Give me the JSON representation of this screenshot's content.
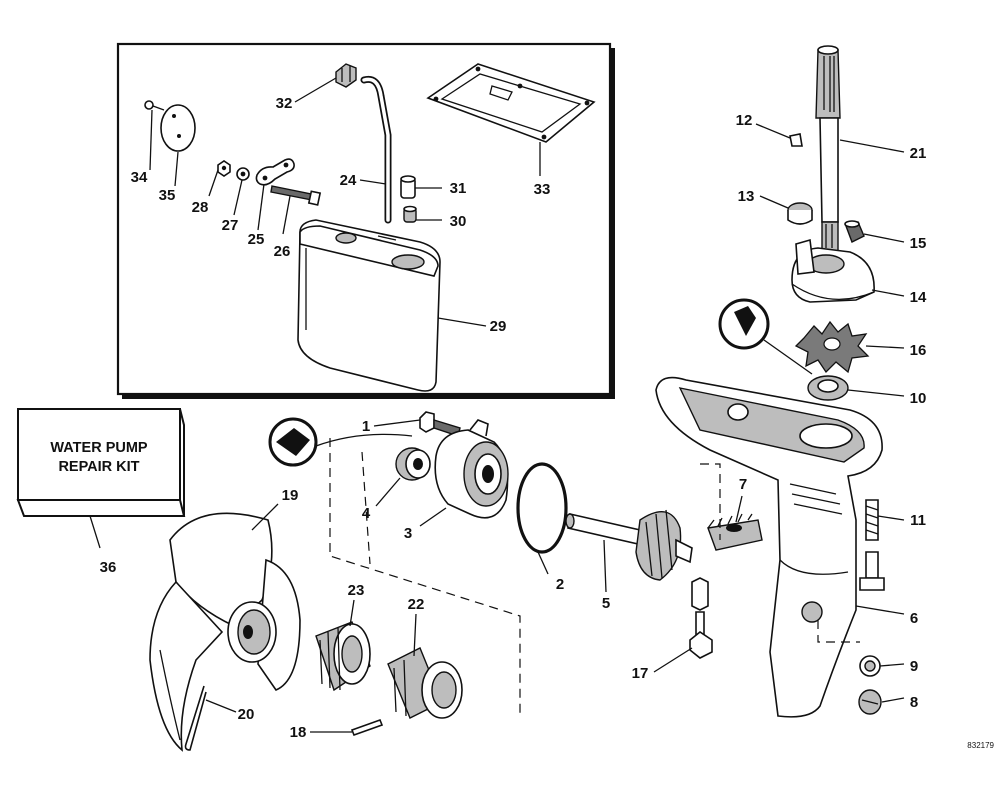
{
  "kit_box": {
    "line1": "WATER PUMP",
    "line2": "REPAIR KIT",
    "callout": "36"
  },
  "figure_code": "832179",
  "callouts": [
    {
      "id": "1"
    },
    {
      "id": "2"
    },
    {
      "id": "3"
    },
    {
      "id": "4"
    },
    {
      "id": "5"
    },
    {
      "id": "6"
    },
    {
      "id": "7"
    },
    {
      "id": "8"
    },
    {
      "id": "9"
    },
    {
      "id": "10"
    },
    {
      "id": "11"
    },
    {
      "id": "12"
    },
    {
      "id": "13"
    },
    {
      "id": "14"
    },
    {
      "id": "15"
    },
    {
      "id": "16"
    },
    {
      "id": "17"
    },
    {
      "id": "18"
    },
    {
      "id": "19"
    },
    {
      "id": "20"
    },
    {
      "id": "21"
    },
    {
      "id": "22"
    },
    {
      "id": "23"
    },
    {
      "id": "24"
    },
    {
      "id": "25"
    },
    {
      "id": "26"
    },
    {
      "id": "27"
    },
    {
      "id": "28"
    },
    {
      "id": "29"
    },
    {
      "id": "30"
    },
    {
      "id": "31"
    },
    {
      "id": "32"
    },
    {
      "id": "33"
    },
    {
      "id": "34"
    },
    {
      "id": "35"
    }
  ],
  "icons": {
    "seal_symbol": "seal-lubricant-icon",
    "grease_symbol": "grease-applicator-icon"
  }
}
